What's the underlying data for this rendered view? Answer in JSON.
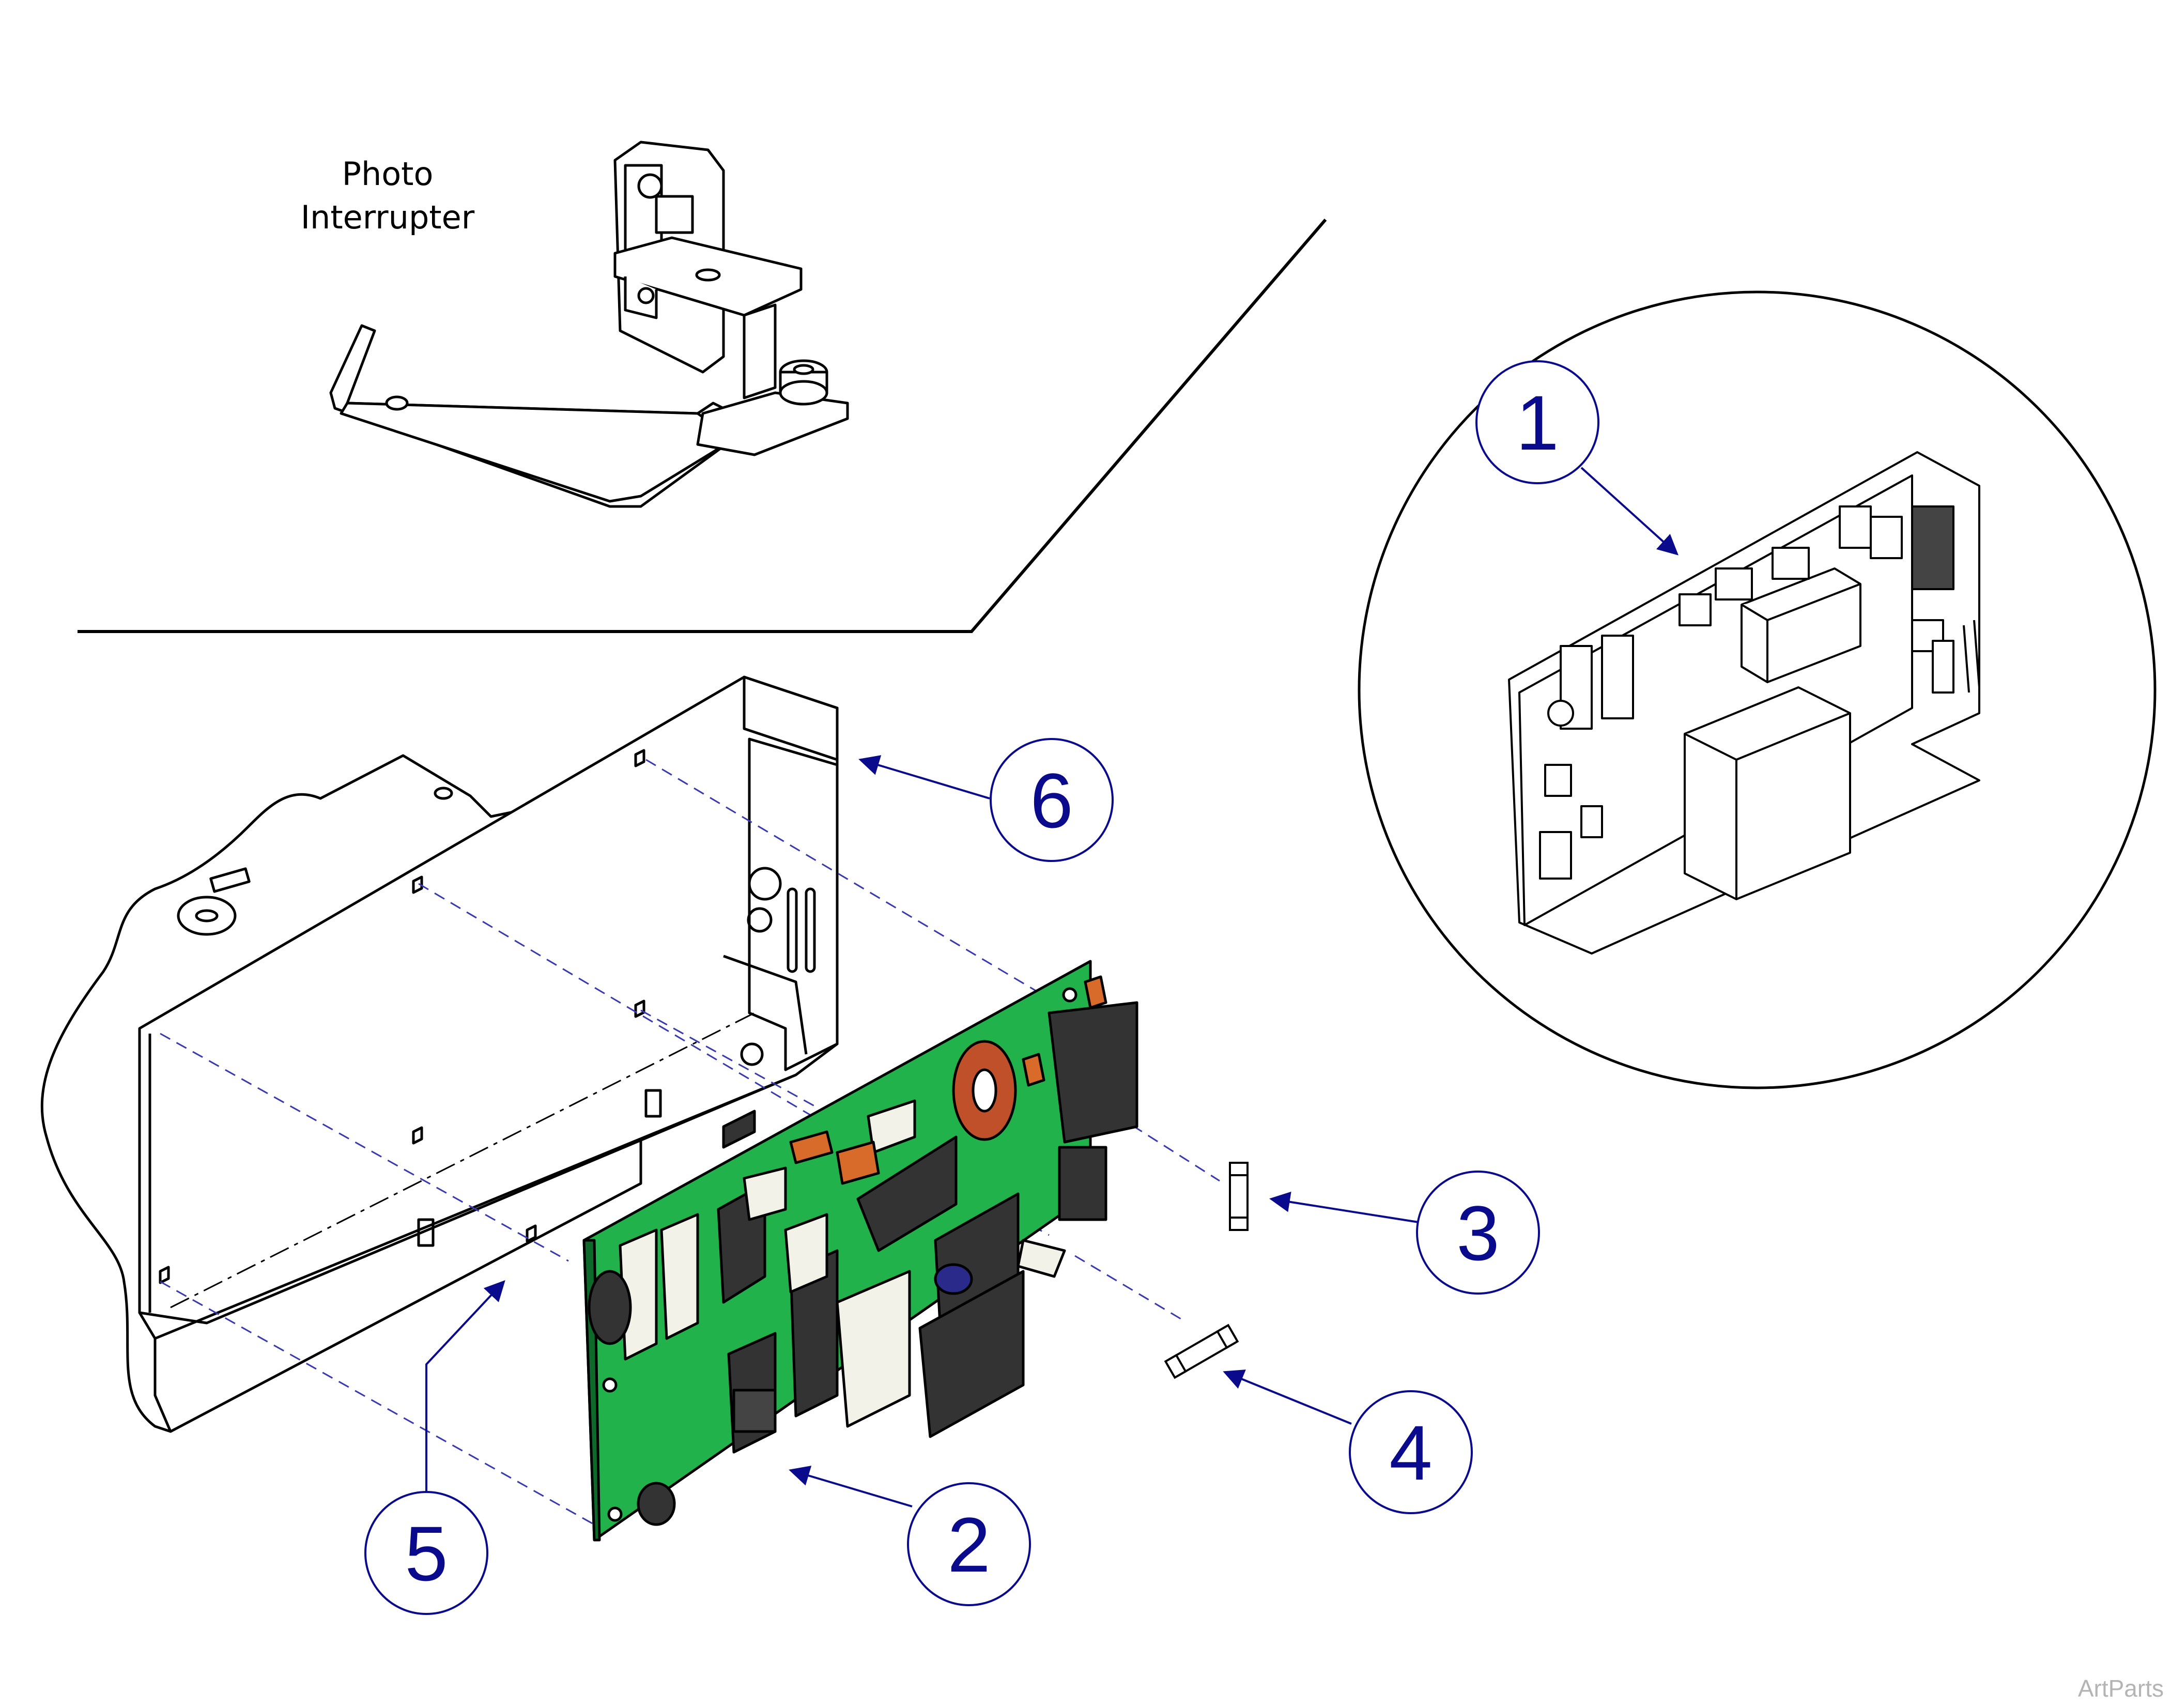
{
  "inset_label": {
    "line1": "Photo",
    "line2": "Interrupter"
  },
  "callouts": [
    {
      "id": "callout-1",
      "number": "1"
    },
    {
      "id": "callout-2",
      "number": "2"
    },
    {
      "id": "callout-3",
      "number": "3"
    },
    {
      "id": "callout-4",
      "number": "4"
    },
    {
      "id": "callout-5",
      "number": "5"
    },
    {
      "id": "callout-6",
      "number": "6"
    }
  ],
  "watermark": "ArtParts",
  "colors": {
    "callout": "#0a0a8c",
    "pcb": "#22b24c",
    "leader_dash": "#3a3ab0",
    "line": "#000000"
  }
}
